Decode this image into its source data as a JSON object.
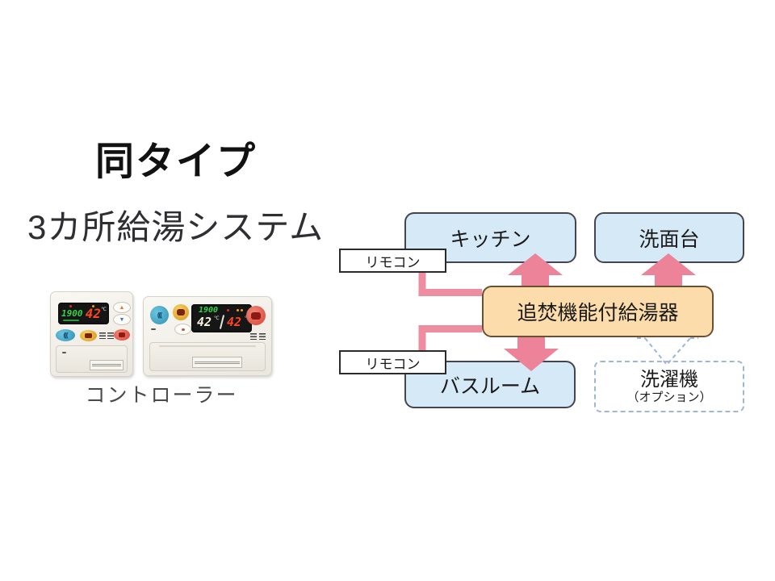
{
  "left_panel": {
    "heading": "同タイプ",
    "subheading": "3カ所給湯システム",
    "caption": "コントローラー",
    "controller_small": {
      "time": "1900",
      "temp": "42",
      "unit": "℃"
    },
    "controller_wide": {
      "time": "1900",
      "temp_left": "42",
      "temp_right": "42",
      "unit": "℃"
    }
  },
  "diagram": {
    "nodes": {
      "kitchen": {
        "label": "キッチン"
      },
      "washbasin": {
        "label": "洗面台"
      },
      "heater": {
        "label": "追焚機能付給湯器"
      },
      "bathroom": {
        "label": "バスルーム"
      },
      "washer": {
        "label": "洗濯機",
        "sublabel": "（オプション）"
      },
      "remote_top": {
        "label": "リモコン"
      },
      "remote_bottom": {
        "label": "リモコン"
      }
    },
    "colors": {
      "room_fill": "#d5e9f6",
      "room_border": "#45454f",
      "heater_fill": "#fcdcaa",
      "heater_border": "#6b5133",
      "arrow_pink": "#ec8399",
      "line_pink": "#ee8da1",
      "dashed_blue": "#9fb6d9"
    }
  }
}
